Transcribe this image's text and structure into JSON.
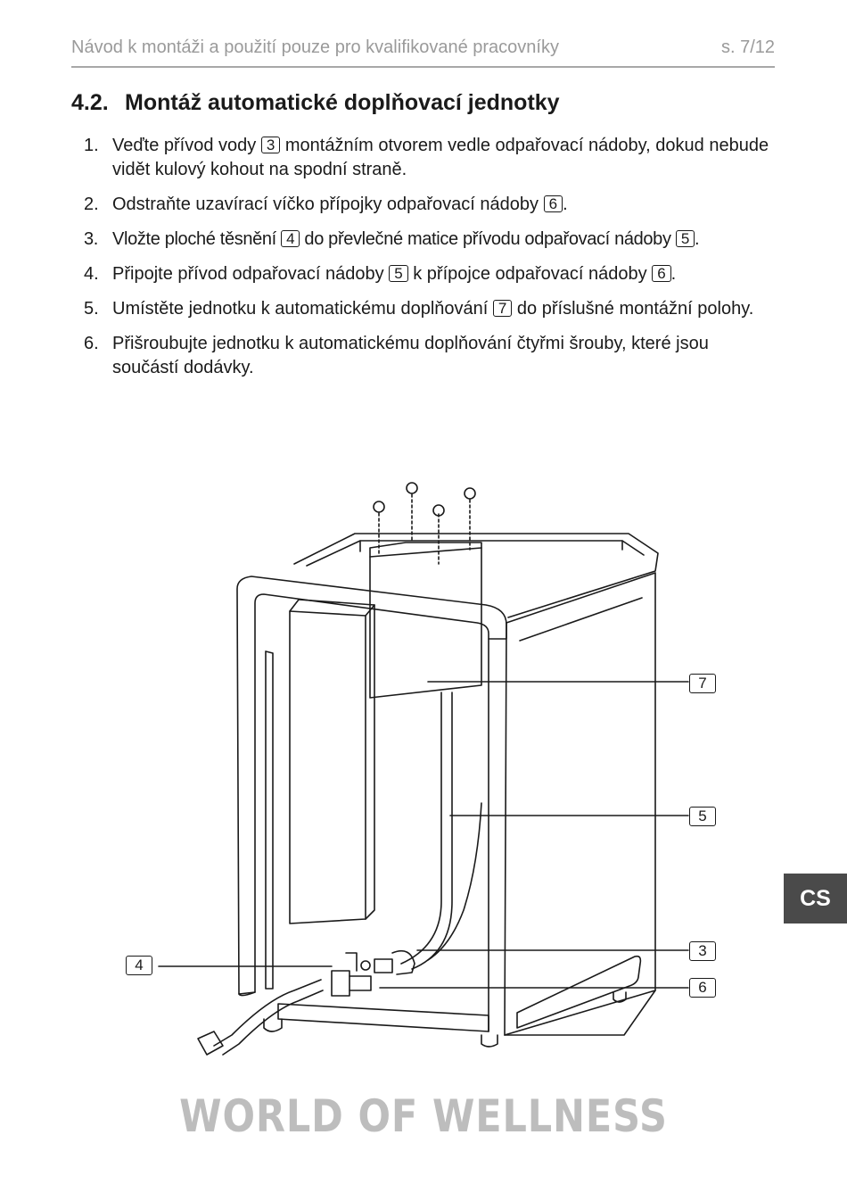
{
  "header": {
    "title": "Návod k montáži a použití pouze pro kvalifikované pracovníky",
    "page": "s. 7/12"
  },
  "section": {
    "number": "4.2.",
    "title": "Montáž automatické doplňovací jednotky"
  },
  "steps": [
    {
      "n": "1.",
      "a": "Veďte přívod vody ",
      "r1": "3",
      "b": " montážním otvorem vedle odpařovací nádoby, dokud nebude vidět kulový kohout na spodní straně.",
      "r2": "",
      "c": ""
    },
    {
      "n": "2.",
      "a": "Odstraňte uzavírací víčko přípojky odpařovací nádoby ",
      "r1": "6",
      "b": ".",
      "r2": "",
      "c": ""
    },
    {
      "n": "3.",
      "a": "Vložte ploché těsnění ",
      "r1": "4",
      "b": " do převlečné matice přívodu odpařovací nádoby ",
      "r2": "5",
      "c": "."
    },
    {
      "n": "4.",
      "a": "Připojte přívod odpařovací nádoby ",
      "r1": "5",
      "b": " k přípojce odpařovací nádoby ",
      "r2": "6",
      "c": "."
    },
    {
      "n": "5.",
      "a": "Umístěte jednotku k automatickému doplňování ",
      "r1": "7",
      "b": " do příslušné montážní polohy.",
      "r2": "",
      "c": ""
    },
    {
      "n": "6.",
      "a": "Přišroubujte jednotku k automatickému doplňování čtyřmi šrouby, které jsou součástí dodávky.",
      "r1": "",
      "b": "",
      "r2": "",
      "c": ""
    }
  ],
  "figure": {
    "callouts": {
      "c7": "7",
      "c5": "5",
      "c3": "3",
      "c6": "6",
      "c4": "4"
    }
  },
  "lang_tab": "CS",
  "brand": "WORLD OF WELLNESS",
  "colors": {
    "header_text": "#9a9a9a",
    "header_rule": "#a8a8a8",
    "lang_tab_bg": "#4a4a4a",
    "brand_text": "#bdbdbd"
  }
}
